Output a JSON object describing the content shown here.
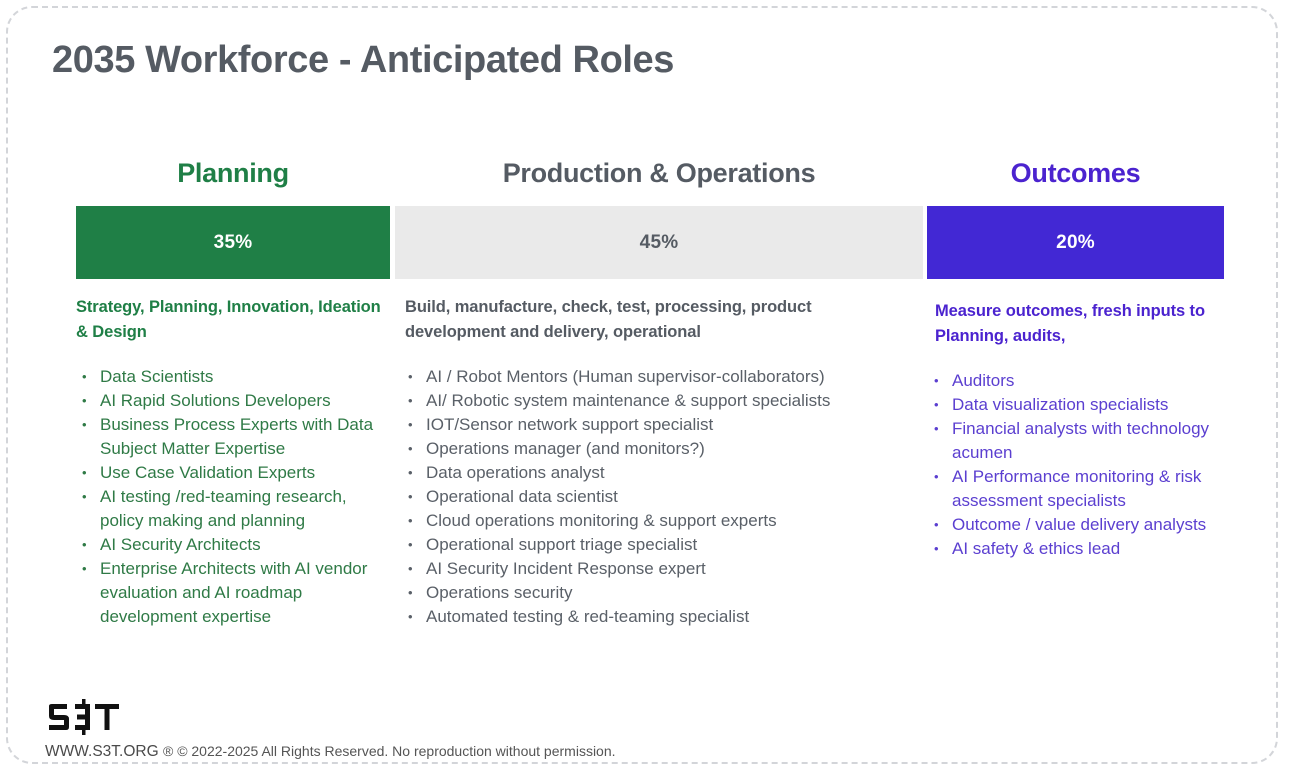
{
  "page_title": "2035 Workforce - Anticipated Roles",
  "colors": {
    "planning_green": "#1f7f46",
    "operations_gray": "#eaeaea",
    "outcomes_purple": "#4228d4",
    "title_gray": "#555b63",
    "card_border": "#d3d5d9"
  },
  "chart_data": {
    "type": "bar",
    "title": "2035 Workforce - Anticipated Roles",
    "categories": [
      "Planning",
      "Production & Operations",
      "Outcomes"
    ],
    "values": [
      35,
      45,
      20
    ],
    "value_labels": [
      "35%",
      "45%",
      "20%"
    ],
    "ylabel": "",
    "xlabel": "",
    "ylim": [
      0,
      100
    ],
    "grid": false,
    "legend": "none",
    "orientation": "horizontal-proportional-segments"
  },
  "columns": [
    {
      "heading": "Planning",
      "percent_label": "35%",
      "color": "#1f7f46",
      "subtitle": "Strategy, Planning, Innovation, Ideation & Design",
      "roles": [
        "Data Scientists",
        "AI Rapid Solutions Developers",
        "Business Process Experts with Data Subject Matter Expertise",
        "Use Case Validation Experts",
        "AI testing /red-teaming research, policy making and planning",
        "AI Security Architects",
        "Enterprise Architects with AI vendor evaluation and AI roadmap development expertise"
      ]
    },
    {
      "heading": "Production & Operations",
      "percent_label": "45%",
      "color": "#eaeaea",
      "subtitle": "Build, manufacture, check, test, processing, product development and delivery, operational",
      "roles": [
        "AI / Robot Mentors (Human supervisor-collaborators)",
        "AI/ Robotic system maintenance & support specialists",
        "IOT/Sensor network support specialist",
        "Operations manager (and monitors?)",
        "Data operations analyst",
        "Operational data scientist",
        "Cloud operations monitoring & support experts",
        "Operational support triage specialist",
        "AI Security Incident Response expert",
        "Operations security",
        "Automated testing & red-teaming specialist"
      ]
    },
    {
      "heading": "Outcomes",
      "percent_label": "20%",
      "color": "#4228d4",
      "subtitle": "Measure outcomes, fresh inputs to Planning, audits,",
      "roles": [
        "Auditors",
        "Data visualization specialists",
        "Financial analysts with technology acumen",
        "AI Performance monitoring & risk assessment specialists",
        "Outcome / value delivery analysts",
        "AI safety & ethics lead"
      ]
    }
  ],
  "footer": {
    "logo_text": "S3T",
    "logo_parts": [
      "S",
      "3",
      "T"
    ],
    "site": "WWW.S3T.ORG",
    "legal": "® © 2022-2025 All Rights Reserved. No reproduction without permission."
  }
}
